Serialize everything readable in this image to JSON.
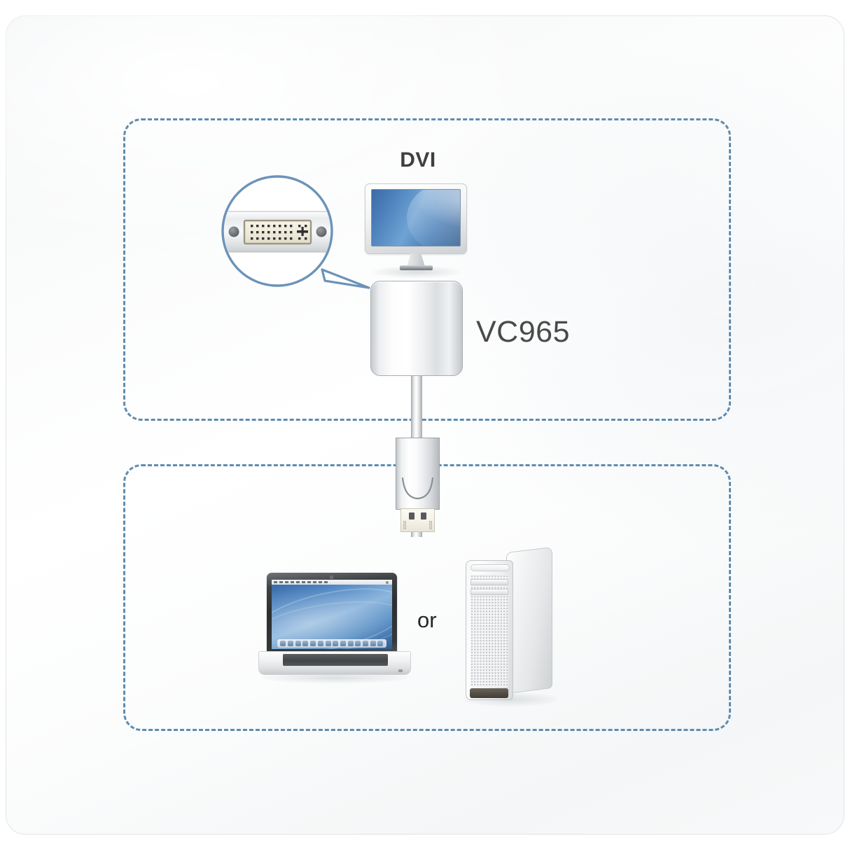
{
  "diagram": {
    "title": "VC965 DVI to DisplayPort connection diagram",
    "accent_dash_color": "#5f8cae",
    "background_color": "#ffffff"
  },
  "labels": {
    "dvi": "DVI",
    "product": "VC965",
    "or": "or"
  },
  "groups": [
    {
      "name": "display-group",
      "id": "dash-box-display"
    },
    {
      "name": "source-group",
      "id": "dash-box-source"
    }
  ],
  "callout": {
    "name": "dvi-port-callout",
    "port_type": "DVI-D dual link",
    "pin_rows": 3,
    "pin_columns": 8,
    "screw_holes": 2
  },
  "devices": {
    "monitor": {
      "name": "lcd-monitor",
      "screen_color": "#4e83bd"
    },
    "adapter": {
      "name": "vc965-adapter",
      "label": "VC965",
      "body_color": "#ffffff"
    },
    "connector": {
      "name": "displayport-connector",
      "type": "DisplayPort"
    },
    "laptop": {
      "name": "laptop-computer",
      "screen_color": "#4f86c2"
    },
    "tower": {
      "name": "desktop-tower-computer",
      "chassis_color": "#f2f3f4"
    }
  }
}
